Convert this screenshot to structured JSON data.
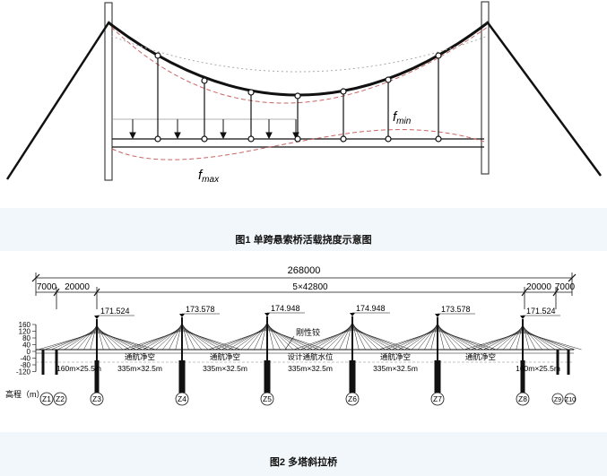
{
  "figure1": {
    "caption": "图1 单跨悬索桥活载挠度示意图",
    "label_fmin": "f",
    "label_fmin_sub": "min",
    "label_fmax": "f",
    "label_fmax_sub": "max"
  },
  "figure2": {
    "caption": "图2 多塔斜拉桥",
    "total_length": "268000",
    "side_left_outer": "7000",
    "side_left_inner": "20000",
    "main_spans": "5×42800",
    "side_right_inner": "20000",
    "side_right_outer": "7000",
    "tower_tops": [
      "171.524",
      "173.578",
      "174.948",
      "174.948",
      "173.578",
      "171.524"
    ],
    "rigid_hinge": "刚性铰",
    "clearance_labels": [
      "通航净空",
      "通航净空",
      "设计通航水位",
      "通航净空",
      "通航净空"
    ],
    "clearance_dims": [
      "160m×25.5m",
      "335m×32.5m",
      "335m×32.5m",
      "335m×32.5m",
      "335m×32.5m",
      "160m×25.5m"
    ],
    "elevation_label": "高程（m）",
    "y_ticks": [
      "160",
      "120",
      "80",
      "40",
      "0",
      "-40",
      "-80",
      "-120"
    ],
    "piers": [
      "Z1",
      "Z2",
      "Z3",
      "Z4",
      "Z5",
      "Z6",
      "Z7",
      "Z8",
      "Z9",
      "Z10"
    ]
  }
}
